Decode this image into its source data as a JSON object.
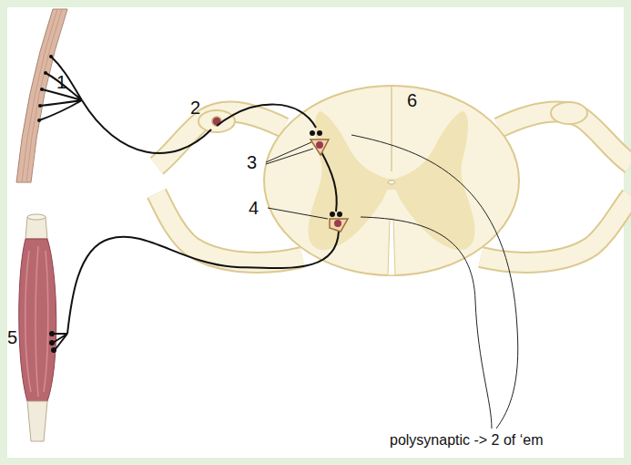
{
  "diagram": {
    "labels": [
      "1",
      "2",
      "3",
      "4",
      "5",
      "6",
      "polysynaptic -> 2 of ‘em"
    ]
  }
}
